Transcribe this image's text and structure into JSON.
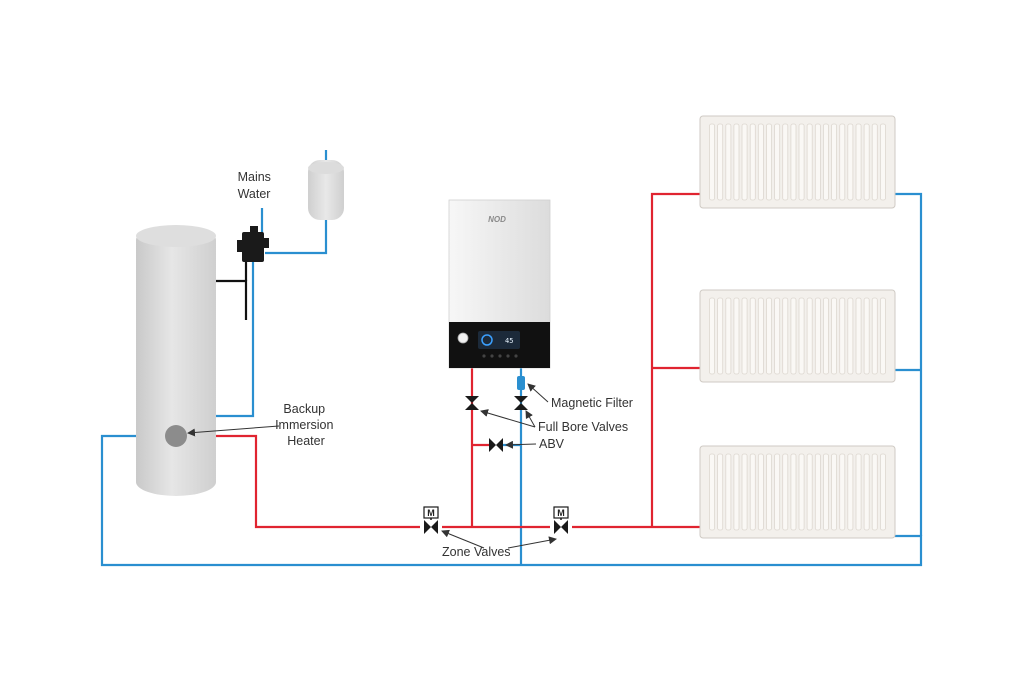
{
  "labels": {
    "mains_water": [
      "Mains",
      "Water"
    ],
    "backup_heater": [
      "Backup",
      "Immersion",
      "Heater"
    ],
    "magnetic_filter": "Magnetic Filter",
    "full_bore_valves": "Full Bore Valves",
    "abv": "ABV",
    "zone_valves": "Zone Valves"
  },
  "boiler": {
    "brand": "NOD",
    "display_reading": "45"
  },
  "zone_valve_marker": "M",
  "colors": {
    "flow_pipe": "#e02430",
    "return_pipe": "#2a8fd0",
    "cylinder": "#d9d9d9",
    "radiator": "#f3f0ec",
    "boiler_body": "#efefef",
    "boiler_panel": "#111111"
  },
  "icons": [
    "vessel-icon",
    "valve-icon",
    "motor-valve-icon",
    "filter-icon",
    "gauge-icon",
    "radiator-icon"
  ]
}
